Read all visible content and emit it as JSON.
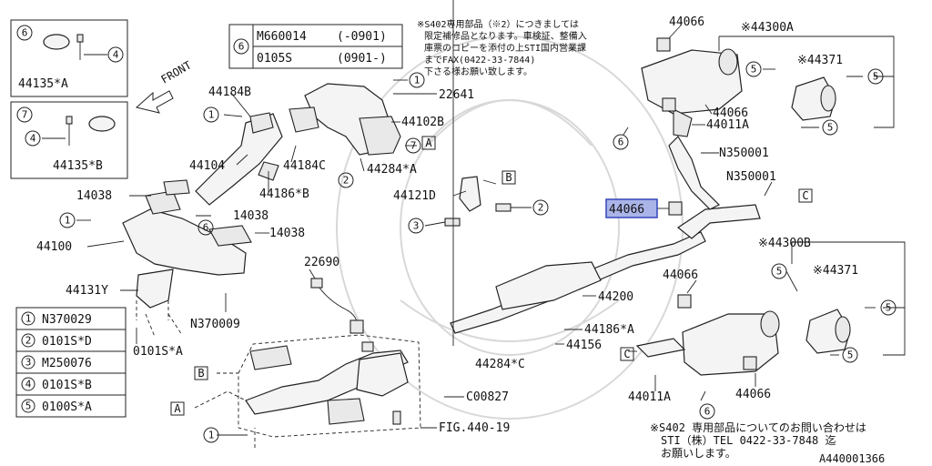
{
  "diagram": {
    "doc_code": "A440001366",
    "front_label": "FRONT",
    "highlight_part": "44066",
    "note_top": [
      "※S402専用部品（※2）につきましては",
      "限定補修品となります。車検証、整備入",
      "庫票のコピーを添付の上STI国内営業課",
      "までFAX(0422-33-7844)",
      "下さる様お願い致します。"
    ],
    "note_bottom": [
      "※S402 専用部品についてのお問い合わせは",
      "STI（株）TEL 0422-33-7848 迄",
      "お願いします。"
    ],
    "legend": [
      {
        "num": "1",
        "code": "N370029"
      },
      {
        "num": "2",
        "code": "0101S*D"
      },
      {
        "num": "3",
        "code": "M250076"
      },
      {
        "num": "4",
        "code": "0101S*B"
      },
      {
        "num": "5",
        "code": "0100S*A"
      }
    ],
    "ref6": {
      "num": "6",
      "rows": [
        {
          "code": "M660014",
          "range": "(-0901)"
        },
        {
          "code": "0105S",
          "range": "(0901-)"
        }
      ]
    },
    "inset6": {
      "num": "6",
      "part": "44135*A",
      "bolt": "4"
    },
    "inset7": {
      "num": "7",
      "part": "44135*B",
      "bolt": "4"
    },
    "labels": {
      "p44184b": "44184B",
      "p22641": "22641",
      "p44102b": "44102B",
      "p44104": "44104",
      "p44184c": "44184C",
      "p44284a": "44284*A",
      "p44186b": "44186*B",
      "p14038a": "14038",
      "p14038b": "14038",
      "p14038c": "14038",
      "p44100": "44100",
      "p44131y": "44131Y",
      "n370009": "N370009",
      "s0101a": "0101S*A",
      "p44121d": "44121D",
      "p22690": "22690",
      "p44066a": "44066",
      "p44300a": "※44300A",
      "p44371a": "※44371",
      "p44066b": "44066",
      "p44011a_top": "44011A",
      "n350001a": "N350001",
      "n350001b": "N350001",
      "p44066hl": "44066",
      "p44300b": "※44300B",
      "p44371b": "※44371",
      "p44066c": "44066",
      "p44200": "44200",
      "p44186a": "44186*A",
      "p44156": "44156",
      "p44284c": "44284*C",
      "c00827": "C00827",
      "fig": "FIG.440-19",
      "p44011a_bot": "44011A",
      "p44066d": "44066"
    },
    "box_letters": {
      "A": "A",
      "B": "B",
      "C": "C"
    }
  }
}
